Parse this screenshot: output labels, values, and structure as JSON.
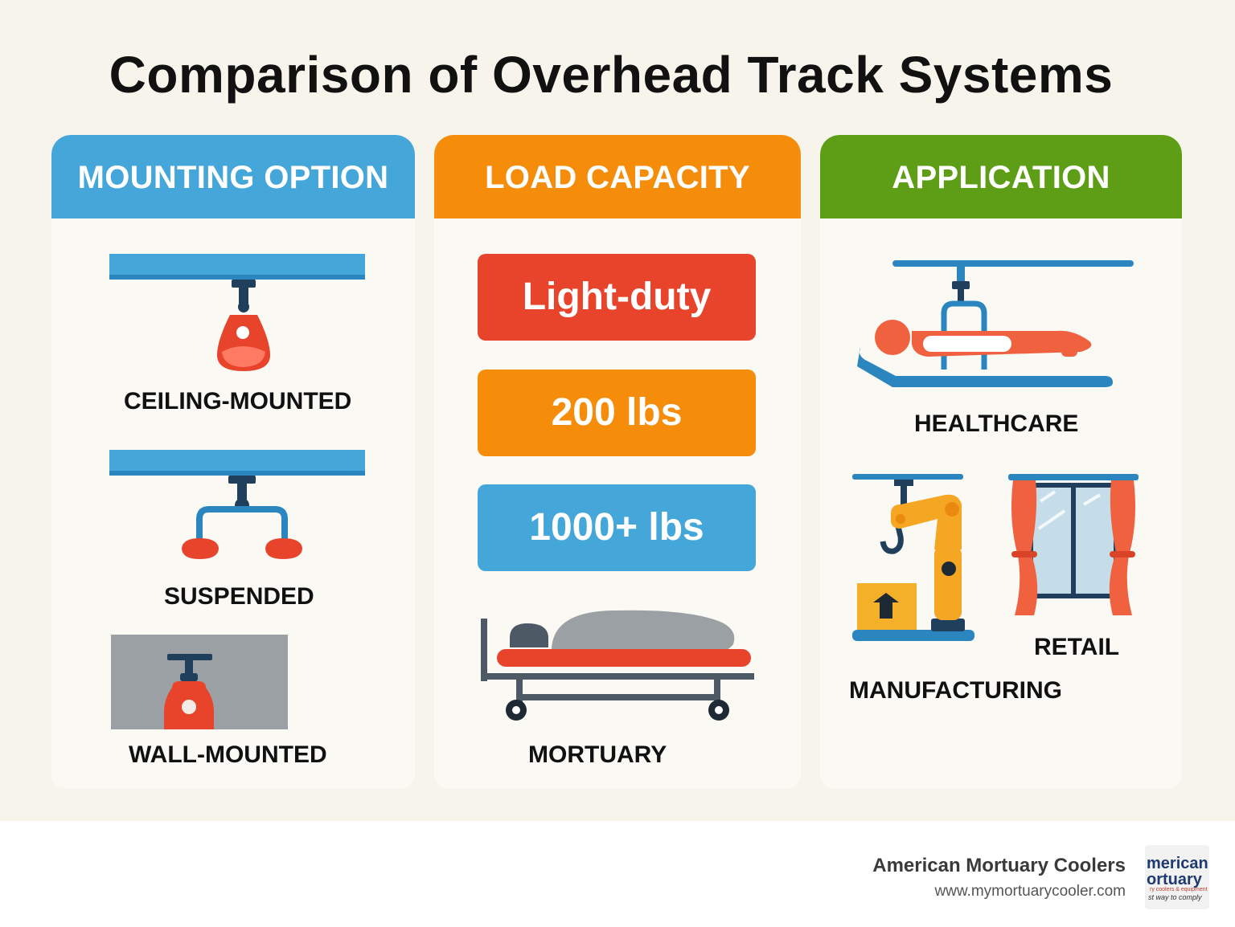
{
  "title": "Comparison of Overhead Track Systems",
  "colors": {
    "blue": "#45a6da",
    "orange": "#f58c0a",
    "green": "#5e9e16",
    "red": "#e8432b",
    "navy": "#1f3f5c",
    "gray": "#9aa0a3"
  },
  "columns": [
    {
      "header": "MOUNTING OPTION",
      "items": [
        {
          "label": "CEILING-MOUNTED",
          "icon": "ceiling-mounted-lift-icon"
        },
        {
          "label": "SUSPENDED",
          "icon": "suspended-lift-icon"
        },
        {
          "label": "WALL-MOUNTED",
          "icon": "wall-mounted-lift-icon"
        }
      ]
    },
    {
      "header": "LOAD CAPACITY",
      "items": [
        {
          "label": "Light-duty"
        },
        {
          "label": "200 lbs"
        },
        {
          "label": "1000+ lbs"
        },
        {
          "label": "MORTUARY",
          "icon": "mortuary-stretcher-icon"
        }
      ]
    },
    {
      "header": "APPLICATION",
      "items": [
        {
          "label": "HEALTHCARE",
          "icon": "patient-lift-icon"
        },
        {
          "label": "MANUFACTURING",
          "icon": "robotic-arm-icon"
        },
        {
          "label": "RETAIL",
          "icon": "window-curtain-icon"
        }
      ]
    }
  ],
  "footer": {
    "brand": "American Mortuary Coolers",
    "url": "www.mymortuarycooler.com",
    "logo_line1": "merican",
    "logo_line2": "ortuary",
    "logo_line3": "ry coolers & equipment",
    "logo_line4": "st way to comply"
  }
}
